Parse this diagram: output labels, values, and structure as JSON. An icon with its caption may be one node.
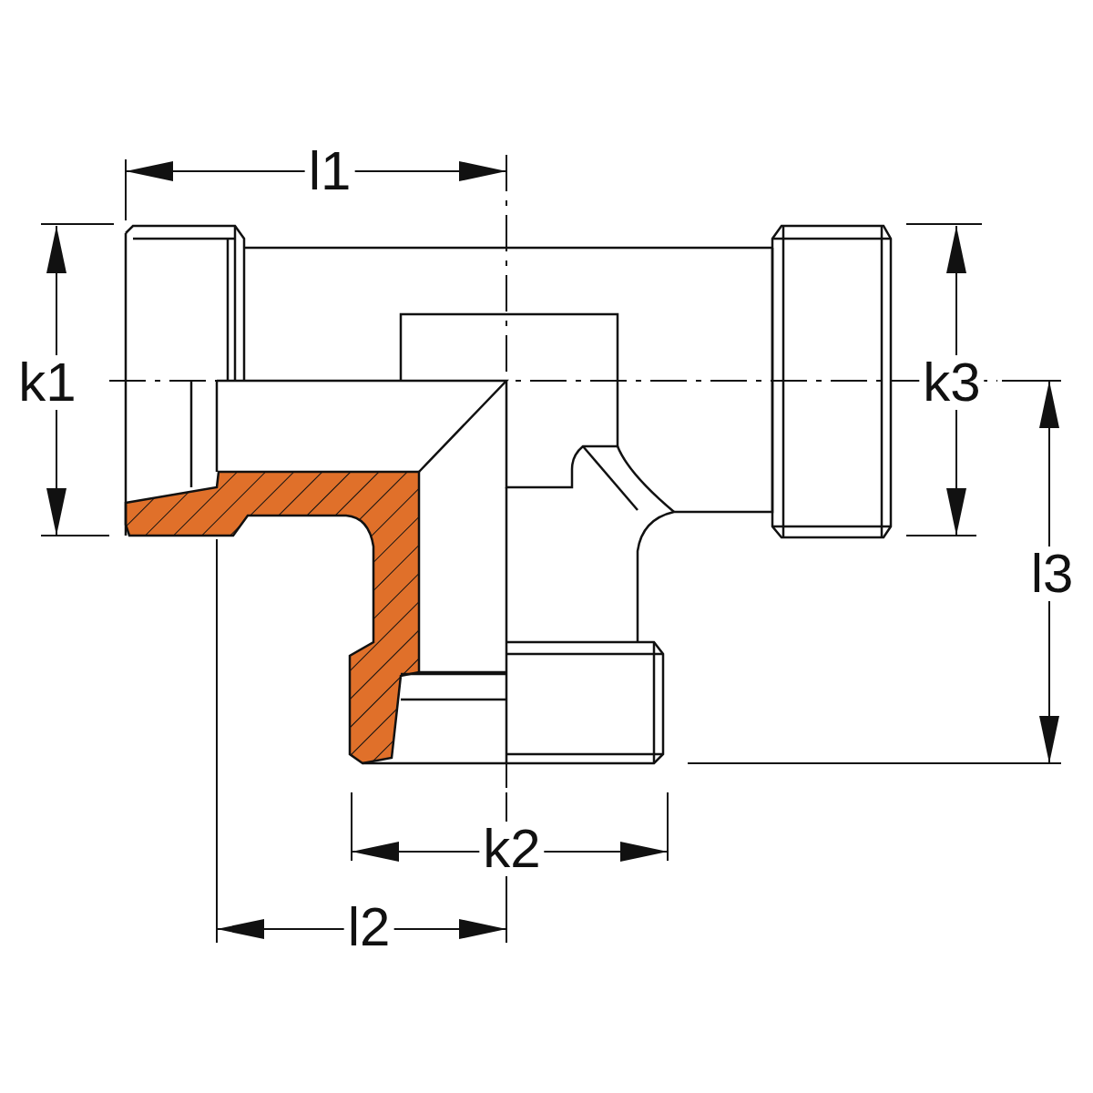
{
  "diagram": {
    "labels": [
      "l1",
      "k1",
      "k3",
      "l3",
      "k2",
      "l2"
    ]
  }
}
